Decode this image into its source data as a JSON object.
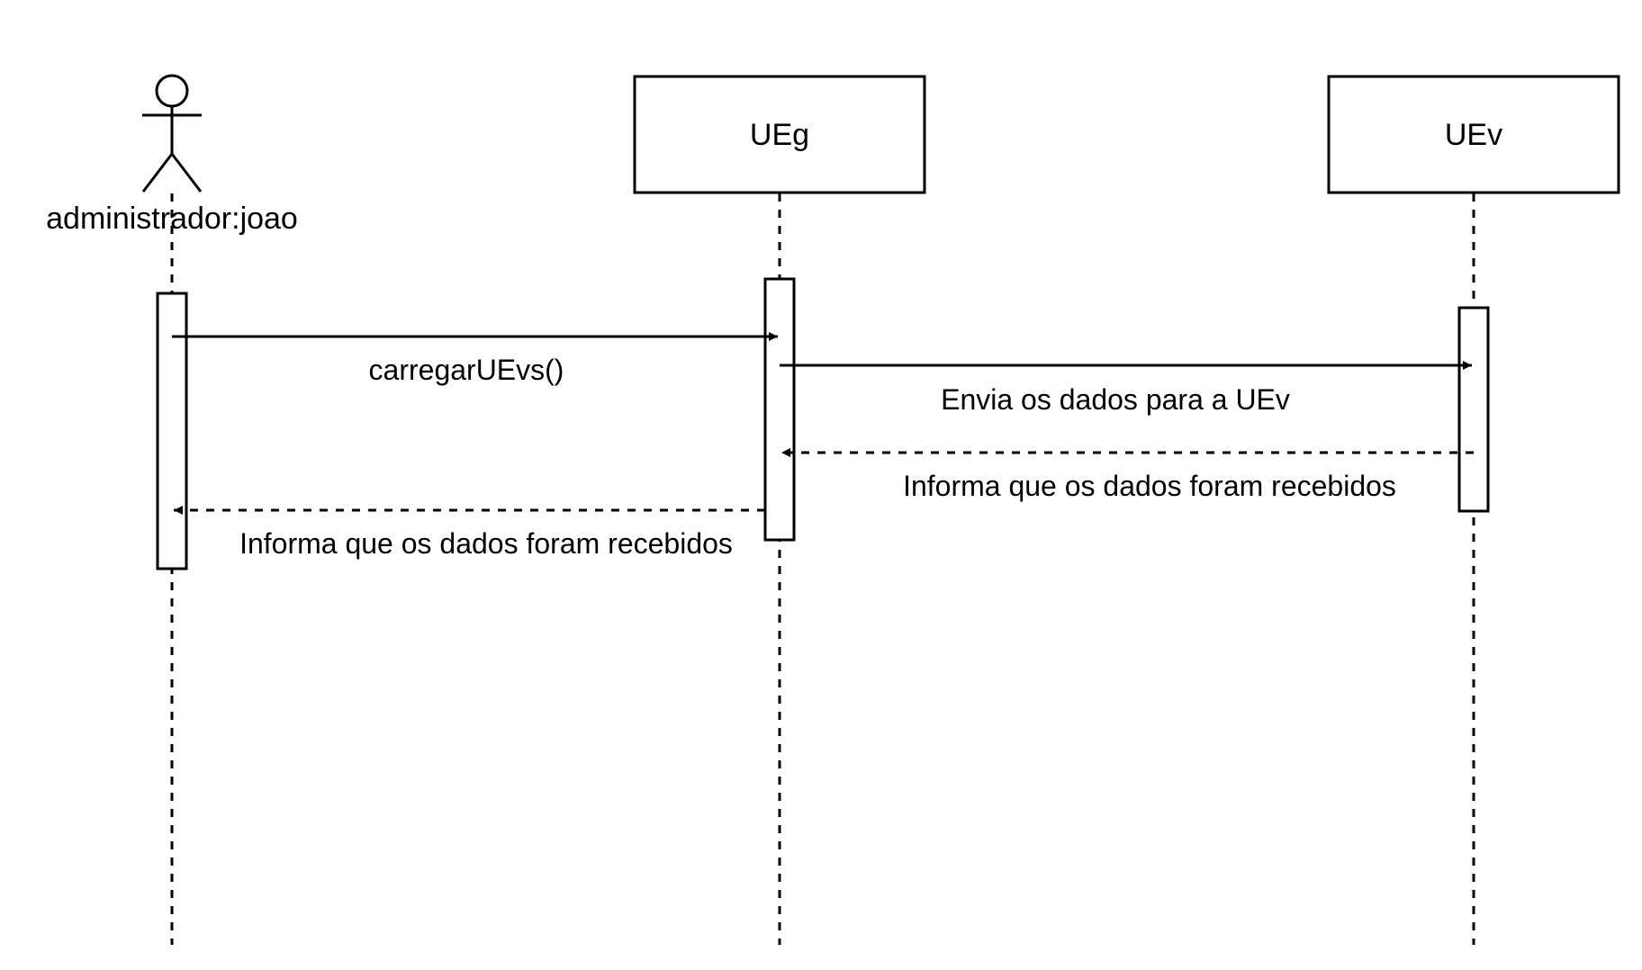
{
  "participants": {
    "actor": {
      "name": "administrador:joao"
    },
    "ueg": {
      "name": "UEg"
    },
    "uev": {
      "name": "UEv"
    }
  },
  "messages": [
    {
      "label": "carregarUEvs()",
      "from": "administrador:joao",
      "to": "UEg",
      "kind": "sync"
    },
    {
      "label": "Envia os dados para a UEv",
      "from": "UEg",
      "to": "UEv",
      "kind": "sync"
    },
    {
      "label": "Informa que os dados foram recebidos",
      "from": "UEv",
      "to": "UEg",
      "kind": "return"
    },
    {
      "label": "Informa que os dados foram recebidos",
      "from": "UEg",
      "to": "administrador:joao",
      "kind": "return"
    }
  ],
  "colors": {
    "stroke": "#000000",
    "background": "#ffffff"
  }
}
